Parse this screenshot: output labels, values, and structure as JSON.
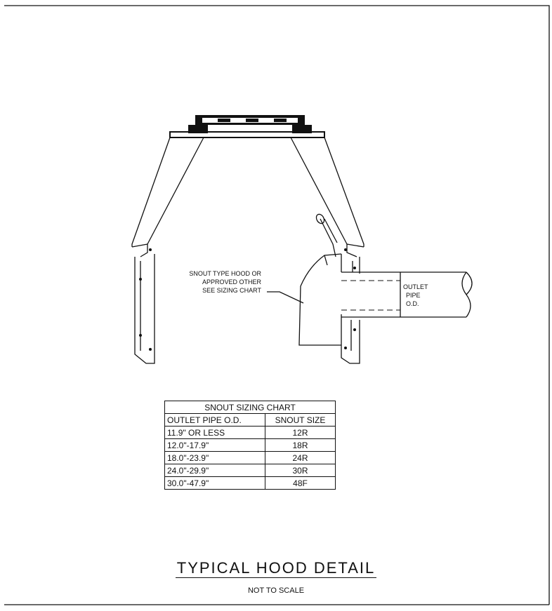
{
  "callouts": {
    "hood": [
      "SNOUT TYPE HOOD OR",
      "APPROVED OTHER",
      "SEE SIZING CHART"
    ],
    "outlet": [
      "OUTLET",
      "PIPE",
      "O.D."
    ]
  },
  "chart": {
    "title": "SNOUT SIZING CHART",
    "headers": [
      "OUTLET PIPE O.D.",
      "SNOUT SIZE"
    ],
    "rows": [
      [
        "11.9\" OR LESS",
        "12R"
      ],
      [
        "12.0\"-17.9\"",
        "18R"
      ],
      [
        "18.0\"-23.9\"",
        "24R"
      ],
      [
        "24.0\"-29.9\"",
        "30R"
      ],
      [
        "30.0\"-47.9\"",
        "48F"
      ]
    ]
  },
  "title": "TYPICAL HOOD DETAIL",
  "subtitle": "NOT TO SCALE"
}
